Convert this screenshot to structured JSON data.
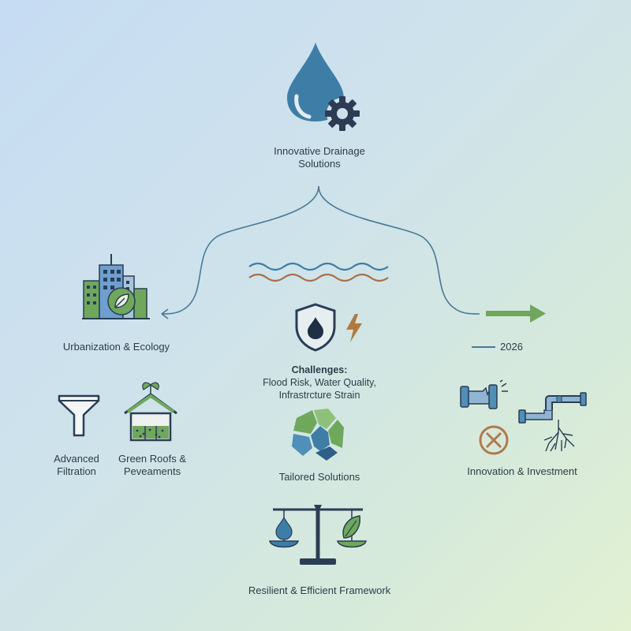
{
  "title": {
    "line1": "Innovative Drainage",
    "line2": "Solutions"
  },
  "left": {
    "heading": "Urbanization & Ecology",
    "filtration": {
      "line1": "Advanced",
      "line2": "Filtration"
    },
    "green_roofs": {
      "line1": "Green Roofs &",
      "line2": "Peveaments"
    }
  },
  "center": {
    "challenges_title": "Challenges:",
    "challenges_line1": "Flood Risk, Water Quality,",
    "challenges_line2": "Infrastrcture Strain",
    "tailored": "Tailored Solutions",
    "framework": "Resilient & Efficient Framework"
  },
  "right": {
    "year": "2026",
    "heading": "Innovation & Investment"
  },
  "colors": {
    "water": "#3e7ea6",
    "navy": "#2b3d55",
    "green": "#6fa85c",
    "brown": "#a8714a",
    "line": "#4a7896"
  },
  "icons": [
    "water-drop-icon",
    "gear-icon",
    "city-buildings-icon",
    "leaf-icon",
    "waves-icon",
    "shield-icon",
    "lightning-icon",
    "funnel-icon",
    "green-house-icon",
    "puzzle-map-icon",
    "balance-scale-icon",
    "broken-pipe-icon",
    "blocked-icon",
    "pipe-roots-icon",
    "arrow-right-icon"
  ]
}
